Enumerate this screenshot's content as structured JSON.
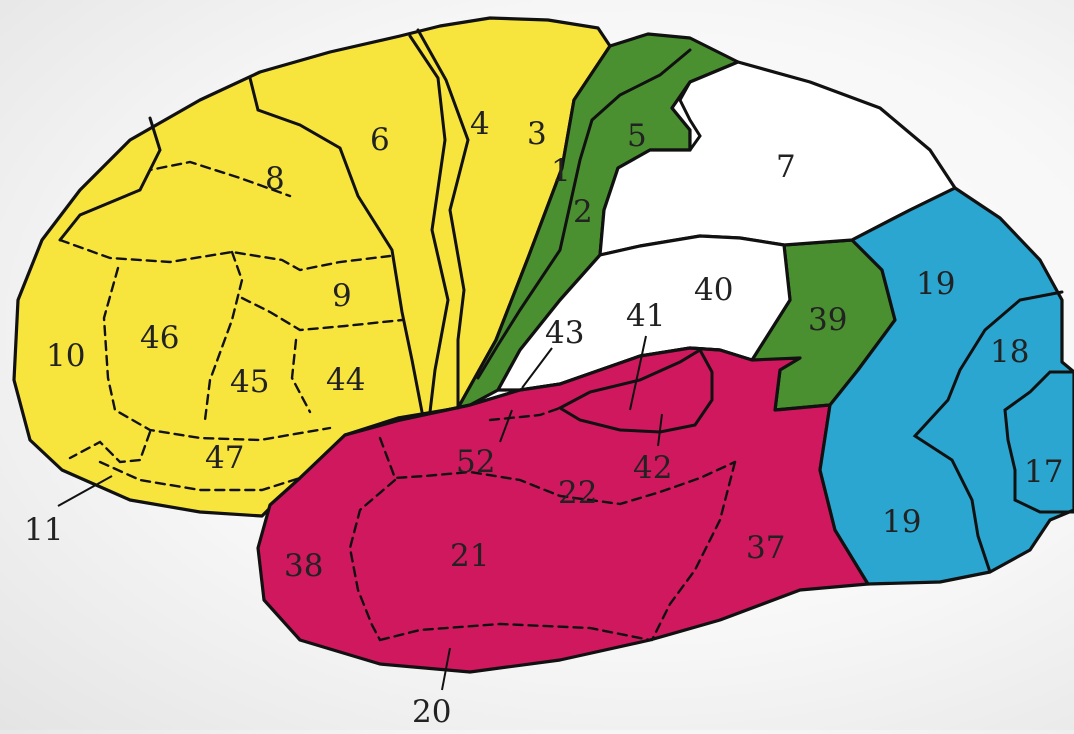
{
  "colors": {
    "frontal": "#f7e43d",
    "parietal_green": "#4b9030",
    "white_area": "#ffffff",
    "temporal": "#d0185e",
    "occipital": "#2aa6d0",
    "outline": "#111111"
  },
  "areas": {
    "a1": "1",
    "a2": "2",
    "a3": "3",
    "a4": "4",
    "a5": "5",
    "a6": "6",
    "a7": "7",
    "a8": "8",
    "a9": "9",
    "a10": "10",
    "a11": "11",
    "a17": "17",
    "a18": "18",
    "a19_upper": "19",
    "a19_lower": "19",
    "a20": "20",
    "a21": "21",
    "a22": "22",
    "a37": "37",
    "a38": "38",
    "a39": "39",
    "a40": "40",
    "a41": "41",
    "a42": "42",
    "a43": "43",
    "a44": "44",
    "a45": "45",
    "a46": "46",
    "a47": "47",
    "a52": "52"
  }
}
